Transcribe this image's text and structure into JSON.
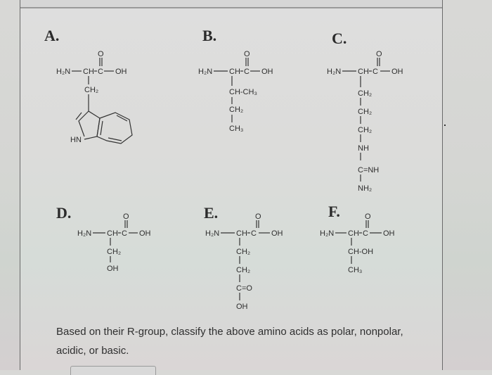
{
  "molecules": [
    {
      "label": "A.",
      "backbone": {
        "amine": "H₂N",
        "alpha": "CH",
        "carbonyl_c": "C",
        "carbonyl_o": "O",
        "hydroxyl": "OH"
      },
      "side_chain": [
        "CH₂"
      ],
      "ring_label": "HN",
      "ring": "indole"
    },
    {
      "label": "B.",
      "backbone": {
        "amine": "H₂N",
        "alpha": "CH",
        "carbonyl_c": "C",
        "carbonyl_o": "O",
        "hydroxyl": "OH"
      },
      "side_chain": [
        "CH-CH₃",
        "CH₂",
        "CH₃"
      ]
    },
    {
      "label": "C.",
      "backbone": {
        "amine": "H₂N",
        "alpha": "CH",
        "carbonyl_c": "C",
        "carbonyl_o": "O",
        "hydroxyl": "OH"
      },
      "side_chain": [
        "CH₂",
        "CH₂",
        "CH₂",
        "NH",
        "C=NH",
        "NH₂"
      ]
    },
    {
      "label": "D.",
      "backbone": {
        "amine": "H₂N",
        "alpha": "CH",
        "carbonyl_c": "C",
        "carbonyl_o": "O",
        "hydroxyl": "OH"
      },
      "side_chain": [
        "CH₂",
        "OH"
      ]
    },
    {
      "label": "E.",
      "backbone": {
        "amine": "H₂N",
        "alpha": "CH",
        "carbonyl_c": "C",
        "carbonyl_o": "O",
        "hydroxyl": "OH"
      },
      "side_chain": [
        "CH₂",
        "CH₂",
        "C=O",
        "OH"
      ]
    },
    {
      "label": "F.",
      "backbone": {
        "amine": "H₂N",
        "alpha": "CH",
        "carbonyl_c": "C",
        "carbonyl_o": "O",
        "hydroxyl": "OH"
      },
      "side_chain": [
        "CH-OH",
        "CH₃"
      ]
    }
  ],
  "question": {
    "text": "Based on their R-group, classify the above amino acids as polar, nonpolar, acidic, or basic."
  }
}
